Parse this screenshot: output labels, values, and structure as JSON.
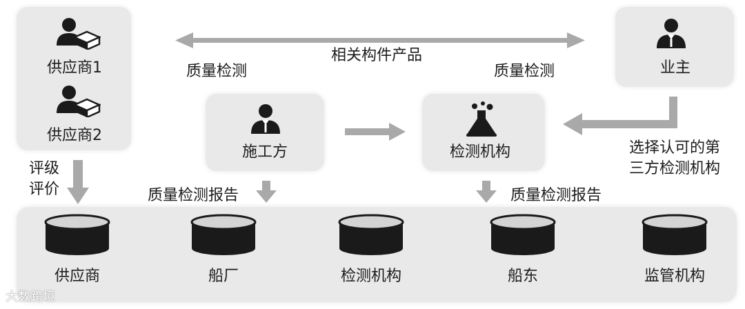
{
  "nodes": {
    "supplier1": "供应商1",
    "supplier2": "供应商2",
    "contractor": "施工方",
    "testing_agency": "检测机构",
    "owner": "业主"
  },
  "edges": {
    "related_products": "相关构件产品",
    "quality_check_left": "质量检测",
    "quality_check_right": "质量检测",
    "select_line1": "选择认可的第",
    "select_line2": "三方检测机构",
    "rating_line1": "评级",
    "rating_line2": "评价",
    "report_left": "质量检测报告",
    "report_right": "质量检测报告"
  },
  "databases": [
    "供应商",
    "船厂",
    "检测机构",
    "船东",
    "监管机构"
  ],
  "watermark": "大数跨境",
  "colors": {
    "box": "#e9e9e9",
    "arrow": "#a9a9a9",
    "icon": "#1a1a1a",
    "db_top": "#d4d4d4"
  }
}
